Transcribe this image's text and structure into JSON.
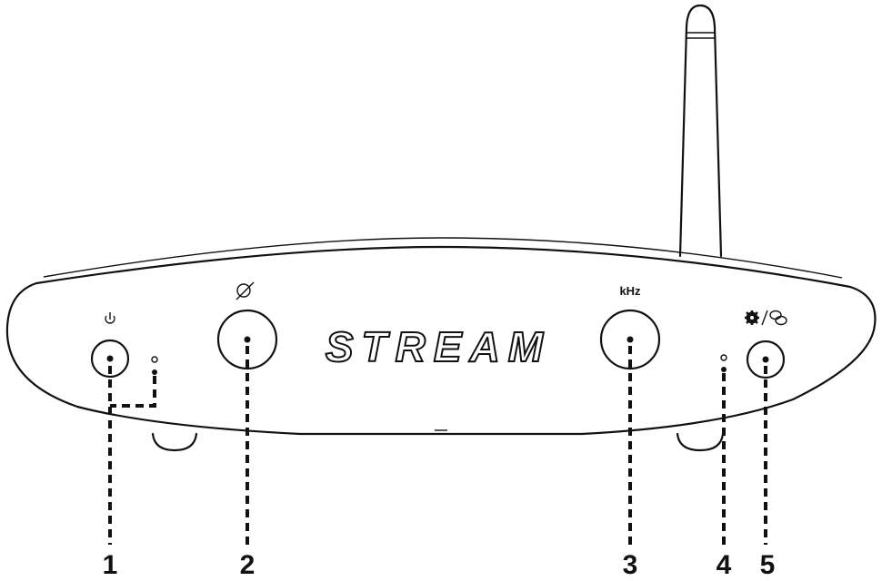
{
  "device": {
    "brand": "STREAM",
    "labels": {
      "khz": "kHz"
    },
    "icons": {
      "power": "power-icon",
      "input": "input-select-icon",
      "settings": "gear-icon",
      "pairing": "link-icon"
    }
  },
  "callouts": [
    {
      "number": "1"
    },
    {
      "number": "2"
    },
    {
      "number": "3"
    },
    {
      "number": "4"
    },
    {
      "number": "5"
    }
  ]
}
